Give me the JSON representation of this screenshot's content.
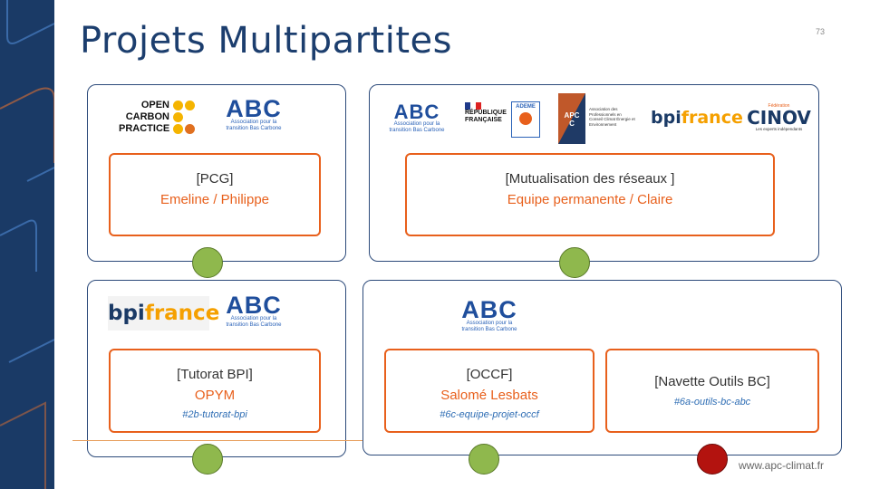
{
  "title": "Projets Multipartites",
  "page_number": "73",
  "footer": "www.apc-climat.fr",
  "logos": {
    "ocp": [
      "OPEN",
      "CARBON",
      "PRACTICE"
    ],
    "abc_mark": "ABC",
    "abc_caption_1": "Association pour la",
    "abc_caption_2": "transition Bas Carbone",
    "republique_1": "RÉPUBLIQUE",
    "republique_2": "FRANÇAISE",
    "ademe": "ADEME",
    "apcc": "APCC",
    "apcc_caption": "Association des Professionnels en Conseil Climat Énergie et Environnement",
    "bpi_a": "bpi",
    "bpi_b": "france",
    "cinov_small": "Fédération",
    "cinov": "CINOV",
    "cinov_caption": "Les experts indépendants"
  },
  "cards": [
    {
      "line1": "[PCG]",
      "line2": "Emeline / Philippe",
      "status": "green"
    },
    {
      "line1": "[Mutualisation des réseaux ]",
      "line2": "Equipe permanente / Claire",
      "status": "green"
    },
    {
      "line1": "[Tutorat BPI]",
      "line2": "OPYM",
      "tag": "#2b-tutorat-bpi",
      "status": "green"
    },
    {
      "line1": "[OCCF]",
      "line2": "Salomé Lesbats",
      "tag": "#6c-equipe-projet-occf",
      "status": "green"
    },
    {
      "line1": "[Navette Outils BC]",
      "tag": "#6a-outils-bc-abc",
      "status": "red"
    }
  ],
  "colors": {
    "navy": "#1a3a66",
    "accent": "#e8601c",
    "green": "#8fb84d",
    "red": "#b3130f",
    "link": "#2e6db4"
  }
}
